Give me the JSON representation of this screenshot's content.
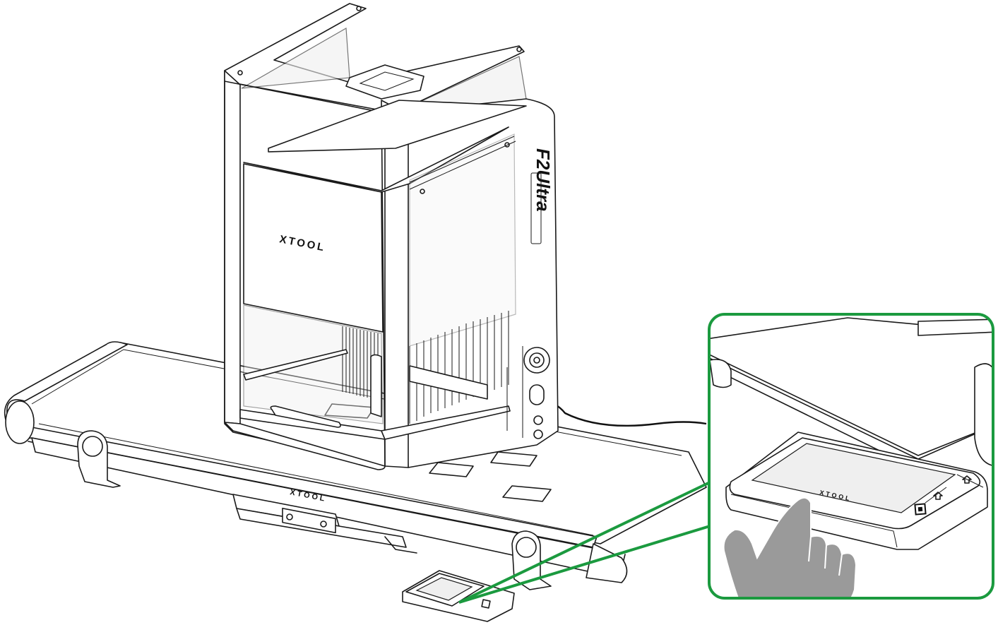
{
  "machine": {
    "brand_logo": "XTOOL",
    "model_text": "F2Ultra",
    "conveyor_logo": "XTOOL"
  },
  "control_panel": {
    "logo": "XTOOL",
    "button_icons": [
      "up-arrow-icon",
      "stop-square-icon"
    ]
  },
  "callout": {
    "border_color": "#1b9a3f",
    "hand_color": "#9a9a9a",
    "subject": "control-panel-touchscreen"
  }
}
